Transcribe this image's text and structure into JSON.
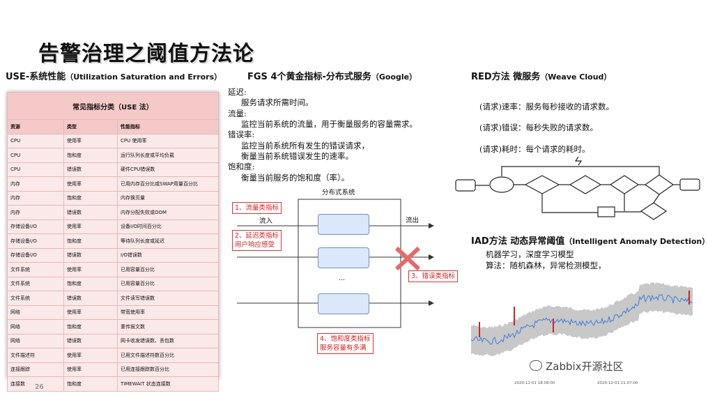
{
  "slide_title": "告警治理之阈值方法论",
  "page_number": "26",
  "use": {
    "heading": "USE-系统性能",
    "heading_sub": "（Utilization Saturation and Errors）",
    "table_caption": "常见指标分类（USE 法）",
    "columns": [
      "资源",
      "类型",
      "性能指标"
    ],
    "rows": [
      [
        "CPU",
        "使用率",
        "CPU 使用率"
      ],
      [
        "CPU",
        "饱和度",
        "运行队列长度或平均负载"
      ],
      [
        "CPU",
        "错误数",
        "硬件CPU错误数"
      ],
      [
        "内存",
        "使用率",
        "已用内存百分比或SWAP用量百分比"
      ],
      [
        "内存",
        "饱和度",
        "内存换页量"
      ],
      [
        "内存",
        "错误数",
        "内存分配失败或OOM"
      ],
      [
        "存储设备I/O",
        "使用率",
        "设备I/O时间百分比"
      ],
      [
        "存储设备I/O",
        "饱和度",
        "等待队列长度或延迟"
      ],
      [
        "存储设备I/O",
        "错误数",
        "I/O错误数"
      ],
      [
        "文件系统",
        "使用率",
        "已用容量百分比"
      ],
      [
        "文件系统",
        "饱和度",
        "已用容量百分比"
      ],
      [
        "文件系统",
        "错误数",
        "文件读写错误数"
      ],
      [
        "网络",
        "使用率",
        "带宽使用率"
      ],
      [
        "网络",
        "饱和度",
        "重传报文数"
      ],
      [
        "网络",
        "错误数",
        "网卡收发错误数、丢包数"
      ],
      [
        "文件描述符",
        "使用率",
        "已用文件描述符数百分比"
      ],
      [
        "连接跟踪",
        "使用率",
        "已用连接跟踪数百分比"
      ],
      [
        "连接数",
        "饱和度",
        "TIMEWAIT 状态连接数"
      ]
    ]
  },
  "fgs": {
    "heading": "FGS 4个黄金指标-分布式服务",
    "heading_sub": "（Google）",
    "lines": [
      {
        "kind": "h",
        "text": "延迟:"
      },
      {
        "kind": "b",
        "text": "服务请求所需时间。"
      },
      {
        "kind": "h",
        "text": "流量:"
      },
      {
        "kind": "b",
        "text": "监控当前系统的流量，用于衡量服务的容量需求。"
      },
      {
        "kind": "h",
        "text": "错误率:"
      },
      {
        "kind": "b",
        "text": "监控当前系统所有发生的错误请求，"
      },
      {
        "kind": "b",
        "text": "衡量当前系统错误发生的速率。"
      },
      {
        "kind": "h",
        "text": "饱和度:"
      },
      {
        "kind": "b",
        "text": "衡量当前服务的饱和度（率）。"
      }
    ],
    "diagram": {
      "system_label": "分布式系统",
      "inflow": "流入",
      "outflow": "流出",
      "ellipsis": "...",
      "label1": "1、流量类指标",
      "label2_line1": "2、延迟类指标",
      "label2_line2": "用户响应感受",
      "label3": "3、错误类指标",
      "label4_line1": "4、饱和度类指标",
      "label4_line2": "服务容量有多满"
    }
  },
  "red": {
    "heading": "RED方法 微服务",
    "heading_sub": "（Weave Cloud）",
    "lines": [
      "(请求)速率：服务每秒接收的请求数。",
      "(请求)错误：每秒失败的请求数。",
      "(请求)耗时：每个请求的耗时。"
    ]
  },
  "iad": {
    "heading": "IAD方法 动态异常阈值",
    "heading_sub": "（Intelligent Anomaly Detection）",
    "lines": [
      "机器学习，深度学习模型",
      "算法：随机森林，异常检测模型，"
    ],
    "time_labels": [
      "2020-12-01 18:06:00",
      "2020-12-01 21:07:00"
    ],
    "colors": {
      "band": "#c8c8c8",
      "line": "#3a7fd5",
      "anomaly": "#d22222"
    }
  },
  "watermark": "Zabbix开源社区"
}
